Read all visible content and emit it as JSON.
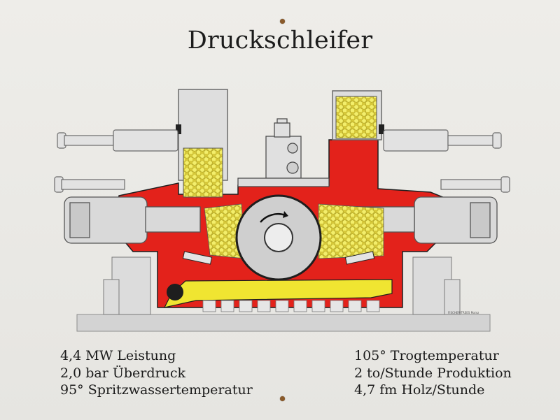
{
  "title": "Druckschleifer",
  "left_specs": [
    "4,4 MW Leistung",
    "2,0 bar Überdruck",
    "95° Spritzwassertemperatur"
  ],
  "right_specs": [
    "105° Trogtemperatur",
    "2 to/Stunde Produktion",
    "4,7 fm Holz/Stunde"
  ],
  "credit": "FISCHER/TREES Mainz",
  "colors": {
    "background": "#e9e8e4",
    "housing_red": "#e3221b",
    "wood_yellow": "#ece65a",
    "trough_yellow": "#f0e531",
    "steel_grey": "#d6d6d6",
    "dark_outline": "#1e1e1e"
  },
  "icons": [
    "grindstone-rotation-arrow-icon"
  ]
}
